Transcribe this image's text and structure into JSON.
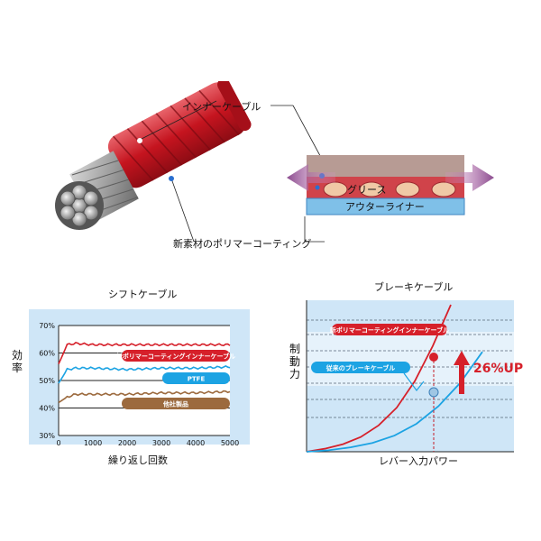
{
  "diagram": {
    "inner_cable_label": "インナーケーブル",
    "polymer_coating_label": "新素材のポリマーコーティング",
    "grease_label": "グリース",
    "outer_liner_label": "アウターライナー"
  },
  "shift_chart": {
    "title": "シフトケーブル",
    "ylabel_chars": [
      "効",
      "率"
    ],
    "xlabel": "繰り返し回数",
    "yticks": [
      "70%",
      "60%",
      "50%",
      "40%",
      "30%"
    ],
    "xticks": [
      "0",
      "1000",
      "2000",
      "3000",
      "4000",
      "5000"
    ],
    "series_labels": [
      "新ポリマーコーティングインナーケーブル",
      "PTFE",
      "他社製品"
    ],
    "colors": {
      "new": "#d6202a",
      "ptfe": "#1ca3e3",
      "other": "#9c6a3e",
      "bg": "#cfe6f7"
    }
  },
  "brake_chart": {
    "title": "ブレーキケーブル",
    "ylabel_chars": [
      "制",
      "動",
      "力"
    ],
    "xlabel": "レバー入力パワー",
    "series_labels": [
      "新ポリマーコーティングインナーケーブル",
      "従来のブレーキケーブル"
    ],
    "improvement": "26%UP",
    "colors": {
      "new": "#d6202a",
      "conventional": "#1ca3e3",
      "bg": "#cfe6f7"
    }
  },
  "chart_data": [
    {
      "type": "line",
      "title": "シフトケーブル",
      "xlabel": "繰り返し回数",
      "ylabel": "効率",
      "xlim": [
        0,
        5000
      ],
      "ylim": [
        30,
        70
      ],
      "x": [
        0,
        250,
        500,
        1000,
        2000,
        3000,
        4000,
        5000
      ],
      "series": [
        {
          "name": "新ポリマーコーティングインナーケーブル",
          "values": [
            56,
            63,
            63.5,
            63,
            63,
            63,
            63,
            63
          ]
        },
        {
          "name": "PTFE",
          "values": [
            49,
            54,
            54.5,
            54.5,
            54,
            54.5,
            54.5,
            55
          ]
        },
        {
          "name": "他社製品",
          "values": [
            42,
            44,
            45,
            45,
            45,
            45.5,
            45.5,
            46
          ]
        }
      ]
    },
    {
      "type": "line",
      "title": "ブレーキケーブル",
      "xlabel": "レバー入力パワー",
      "ylabel": "制動力",
      "series": [
        {
          "name": "新ポリマーコーティングインナーケーブル",
          "values": [
            0,
            2,
            5,
            10,
            18,
            30,
            48,
            72,
            100
          ]
        },
        {
          "name": "従来のブレーキケーブル",
          "values": [
            0,
            1,
            3,
            6,
            11,
            19,
            31,
            47,
            68
          ]
        }
      ],
      "annotation": "26%UP"
    }
  ]
}
